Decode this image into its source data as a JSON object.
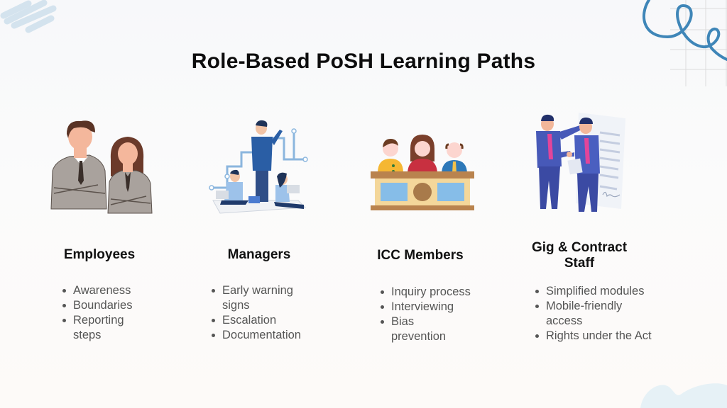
{
  "slide": {
    "title": "Role-Based PoSH Learning Paths"
  },
  "columns": [
    {
      "id": "employees",
      "heading": "Employees",
      "illustration": "two-office-workers-arms-crossed",
      "bullets": [
        "Awareness",
        "Boundaries",
        "Reporting steps"
      ]
    },
    {
      "id": "managers",
      "heading": "Managers",
      "illustration": "manager-standing-with-team-on-laptops",
      "bullets": [
        "Early warning signs",
        "Escalation",
        "Documentation"
      ]
    },
    {
      "id": "icc-members",
      "heading": "ICC Members",
      "illustration": "three-committee-members-at-desk",
      "bullets": [
        "Inquiry process",
        "Interviewing",
        "Bias prevention"
      ]
    },
    {
      "id": "gig-contract-staff",
      "heading": "Gig & Contract Staff",
      "illustration": "two-businessmen-handshake-with-contract",
      "bullets": [
        "Simplified modules",
        "Mobile-friendly access",
        "Rights under the Act"
      ]
    }
  ],
  "colors": {
    "title": "#0d0d0d",
    "bullet_text": "#555555",
    "accent_blue": "#3f86b8",
    "suit_gray": "#a9a29d",
    "suit_blue": "#3d5aa8",
    "desk_tan": "#f2d496",
    "desk_brown": "#a87a4a"
  }
}
